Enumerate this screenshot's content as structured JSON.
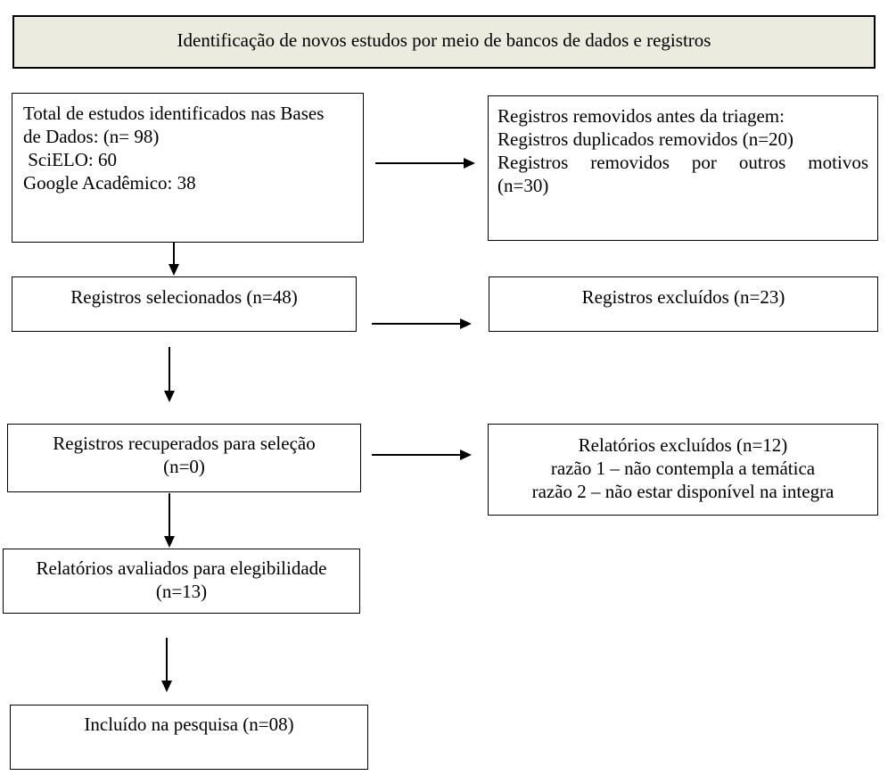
{
  "banner": {
    "label": "Identificação de novos estudos por meio de bancos de dados e registros"
  },
  "boxes": {
    "identified": {
      "lines": [
        "Total de estudos identificados nas Bases",
        "de Dados: (n= 98)",
        " SciELO: 60",
        "Google Acadêmico: 38"
      ]
    },
    "removed_before_screening": {
      "lines": [
        "Registros removidos antes da triagem:",
        "Registros duplicados removidos (n=20)",
        "Registros removidos por outros motivos",
        "(n=30)"
      ]
    },
    "screened": {
      "lines": [
        "Registros selecionados (n=48)"
      ]
    },
    "records_excluded": {
      "lines": [
        "Registros excluídos (n=23)"
      ]
    },
    "retrieved": {
      "lines": [
        "Registros recuperados para seleção",
        "(n=0)"
      ]
    },
    "reports_excluded": {
      "lines": [
        "Relatórios excluídos (n=12)",
        "razão 1 – não contempla a temática",
        "razão 2 – não estar disponível na integra"
      ]
    },
    "assessed": {
      "lines": [
        "Relatórios avaliados para elegibilidade",
        "(n=13)"
      ]
    },
    "included": {
      "lines": [
        "Incluído na pesquisa (n=08)"
      ]
    }
  },
  "colors": {
    "banner_bg": "#ecebe0",
    "border": "#000000",
    "text": "#000000",
    "page_bg": "#ffffff"
  }
}
